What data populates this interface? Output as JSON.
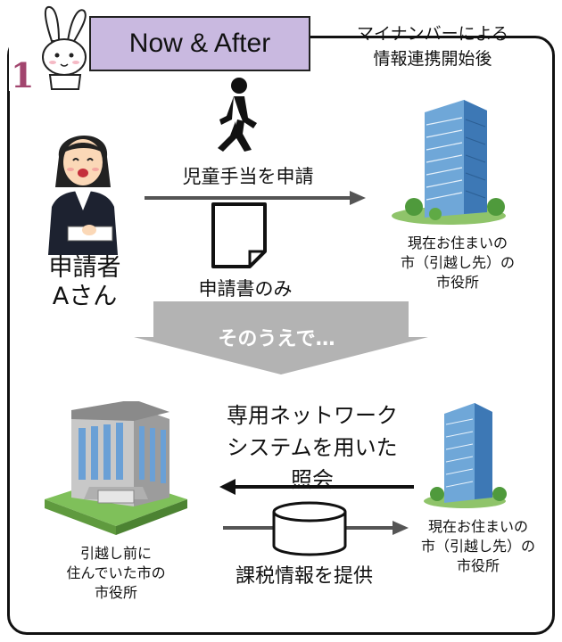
{
  "header": {
    "badge_digit": "1",
    "title": "Now & After",
    "subtitle_line1": "マイナンバーによる",
    "subtitle_line2": "情報連携開始後"
  },
  "step1": {
    "applicant_line1": "申請者",
    "applicant_line2": "Aさん",
    "action_label": "児童手当を申請",
    "document_label": "申請書のみ",
    "city_office_line1": "現在お住まいの",
    "city_office_line2": "市（引越し先）の",
    "city_office_line3": "市役所"
  },
  "transition": {
    "label": "そのうえで…"
  },
  "step2": {
    "network_line1": "専用ネットワーク",
    "network_line2": "システムを用いた",
    "network_line3": "照会",
    "provide_label": "課税情報を提供",
    "prev_city_line1": "引越し前に",
    "prev_city_line2": "住んでいた市の",
    "prev_city_line3": "市役所",
    "current_city_line1": "現在お住まいの",
    "current_city_line2": "市（引越し先）の",
    "current_city_line3": "市役所"
  }
}
